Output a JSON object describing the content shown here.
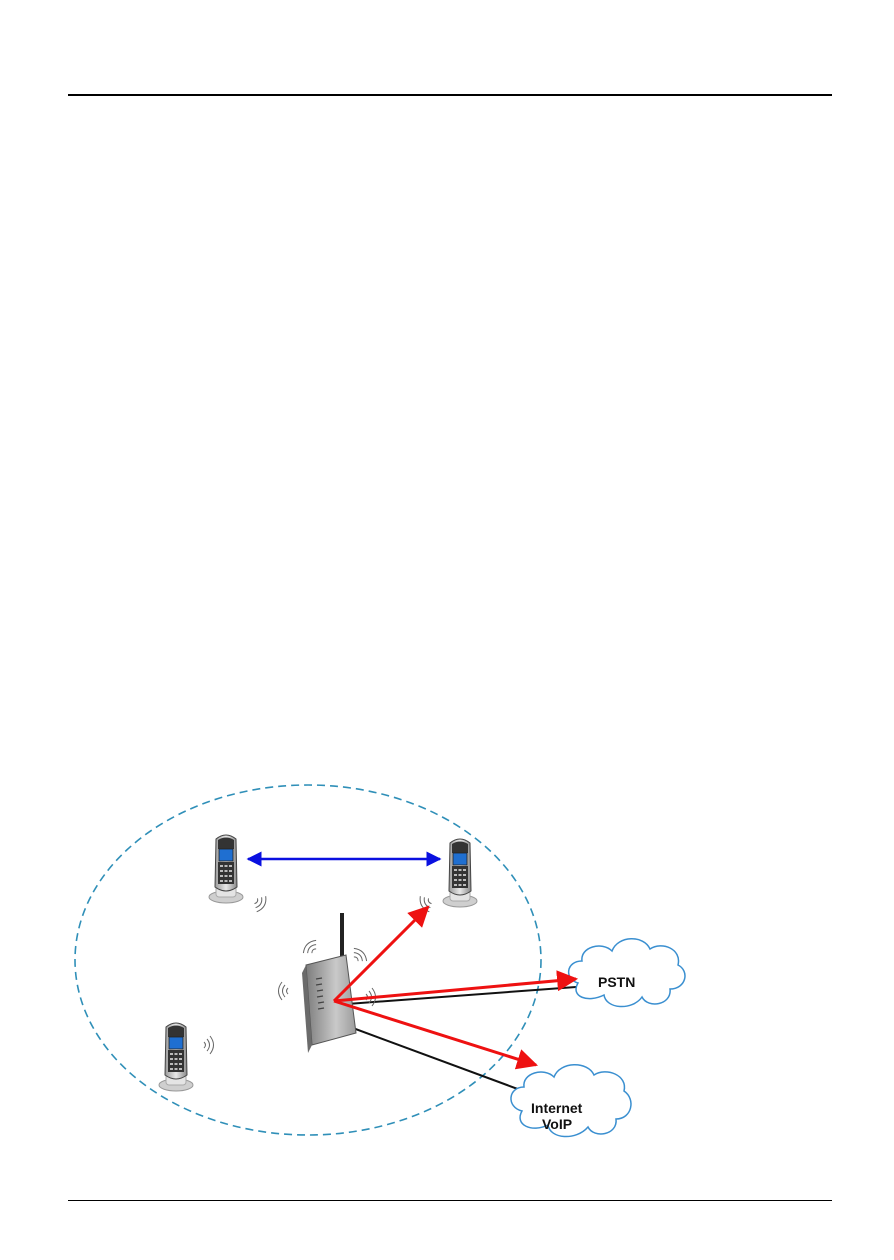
{
  "diagram": {
    "clouds": {
      "pstn": "PSTN",
      "internet_line1": "Internet",
      "internet_line2": "VoIP"
    },
    "colors": {
      "coverage_dash": "#2f8fb8",
      "intercom_arrow": "#0a10e0",
      "call_arrow": "#ee1111",
      "wire": "#111111",
      "cloud_stroke": "#3a8fd0"
    },
    "icons": [
      "handset-icon",
      "router-icon",
      "antenna-icon",
      "signal-waves-icon",
      "cloud-icon"
    ]
  }
}
